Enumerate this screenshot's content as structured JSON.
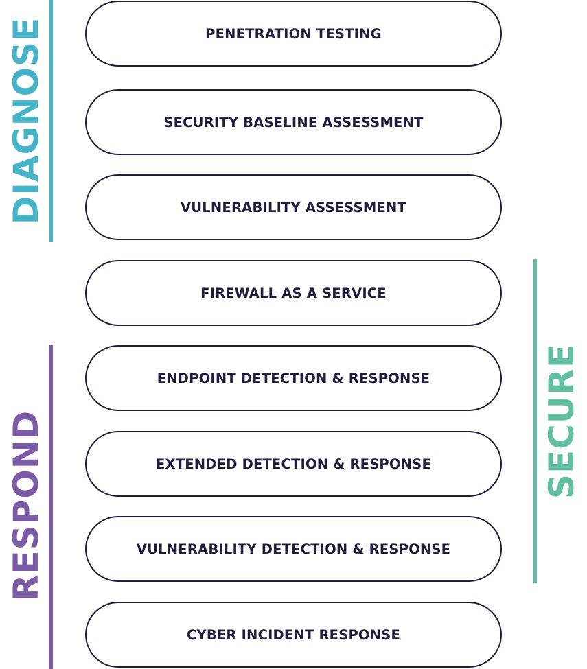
{
  "colors": {
    "diagnose": "#45b4c9",
    "secure": "#5fbfa0",
    "respond": "#7b5aa6",
    "outline": "#231a3d"
  },
  "groups": {
    "diagnose": "DIAGNOSE",
    "secure": "SECURE",
    "respond": "RESPOND"
  },
  "services": [
    "PENETRATION TESTING",
    "SECURITY BASELINE ASSESSMENT",
    "VULNERABILITY ASSESSMENT",
    "FIREWALL AS A SERVICE",
    "ENDPOINT DETECTION & RESPONSE",
    "EXTENDED DETECTION & RESPONSE",
    "VULNERABILITY DETECTION & RESPONSE",
    "CYBER INCIDENT RESPONSE"
  ]
}
